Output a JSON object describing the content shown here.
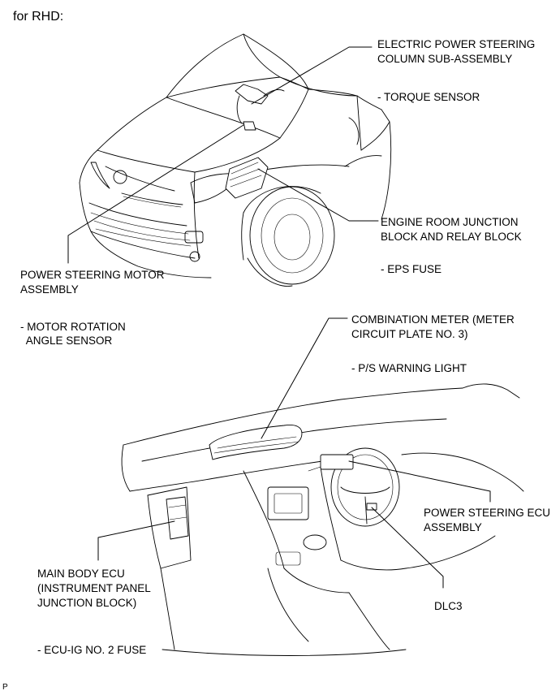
{
  "header": {
    "title": "for RHD:"
  },
  "labels": {
    "eps_column_1": "ELECTRIC POWER STEERING",
    "eps_column_2": "COLUMN SUB-ASSEMBLY",
    "torque_sensor": "- TORQUE SENSOR",
    "engine_room_1": "ENGINE ROOM JUNCTION",
    "engine_room_2": "BLOCK AND RELAY BLOCK",
    "eps_fuse": "- EPS FUSE",
    "ps_motor_1": "POWER STEERING MOTOR",
    "ps_motor_2": "ASSEMBLY",
    "motor_rot_1": "- MOTOR ROTATION",
    "motor_rot_2": "  ANGLE SENSOR",
    "comb_meter_1": "COMBINATION METER (METER",
    "comb_meter_2": "CIRCUIT PLATE NO. 3)",
    "ps_warning": "- P/S WARNING LIGHT",
    "ps_ecu_1": "POWER STEERING ECU",
    "ps_ecu_2": "ASSEMBLY",
    "main_body_1": "MAIN BODY ECU",
    "main_body_2": "(INSTRUMENT PANEL",
    "main_body_3": "JUNCTION BLOCK)",
    "dlc3": "DLC3",
    "ecu_ig_fuse": "- ECU-IG NO. 2 FUSE"
  },
  "footer": {
    "code": "P"
  }
}
